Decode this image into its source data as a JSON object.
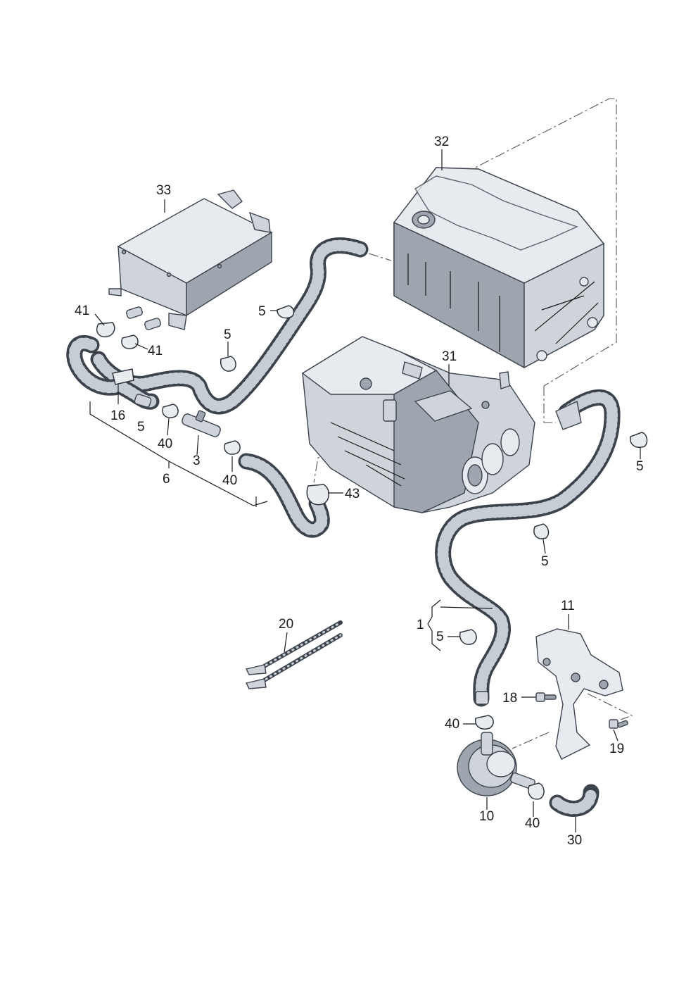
{
  "labels": {
    "p1": "1",
    "p3": "3",
    "p5": "5",
    "p6": "6",
    "p10": "10",
    "p11": "11",
    "p16": "16",
    "p18": "18",
    "p19": "19",
    "p20": "20",
    "p30": "30",
    "p31": "31",
    "p32": "32",
    "p33": "33",
    "p40": "40",
    "p41": "41",
    "p43": "43"
  },
  "colors": {
    "hose": "#3d434d",
    "part": "#cfd4da",
    "ink": "#1a1a1a"
  }
}
